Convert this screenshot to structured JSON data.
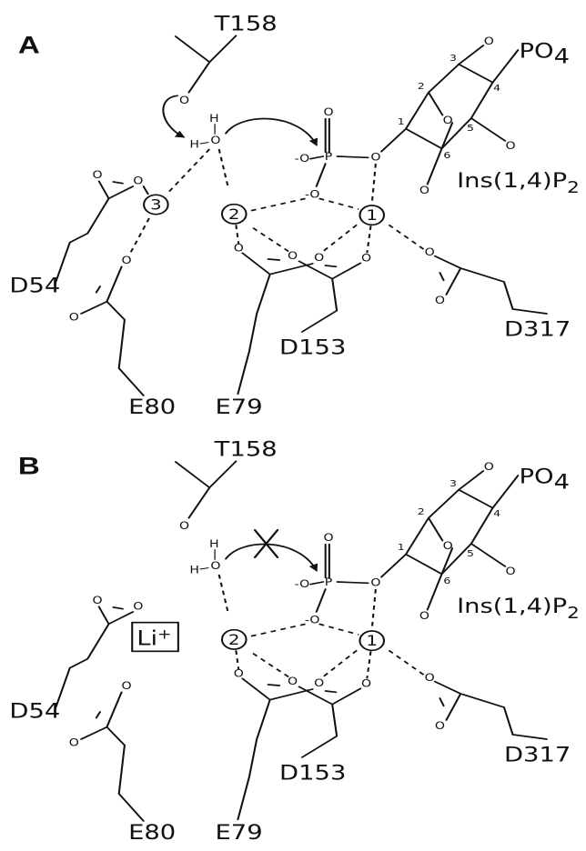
{
  "panels": [
    {
      "label": "A",
      "residues": {
        "t158": "T158",
        "d54": "D54",
        "e80": "E80",
        "e79": "E79",
        "d153": "D153",
        "d317": "D317"
      },
      "metals": [
        "1",
        "2",
        "3"
      ],
      "atoms": {
        "o": "O",
        "h": "H",
        "p": "P",
        "o_minus": "-O"
      },
      "ring_numbers": [
        "1",
        "2",
        "3",
        "4",
        "5",
        "6"
      ],
      "po4": {
        "main": "PO",
        "sub": "4"
      },
      "substrate": {
        "main": "Ins(1,4)P",
        "sub": "2"
      }
    },
    {
      "label": "B",
      "residues": {
        "t158": "T158",
        "d54": "D54",
        "e80": "E80",
        "e79": "E79",
        "d153": "D153",
        "d317": "D317"
      },
      "metals": [
        "1",
        "2"
      ],
      "atoms": {
        "o": "O",
        "h": "H",
        "p": "P",
        "o_minus": "-O"
      },
      "ring_numbers": [
        "1",
        "2",
        "3",
        "4",
        "5",
        "6"
      ],
      "po4": {
        "main": "PO",
        "sub": "4"
      },
      "substrate": {
        "main": "Ins(1,4)P",
        "sub": "2"
      },
      "lithium": {
        "main": "Li",
        "sup": "+"
      }
    }
  ]
}
